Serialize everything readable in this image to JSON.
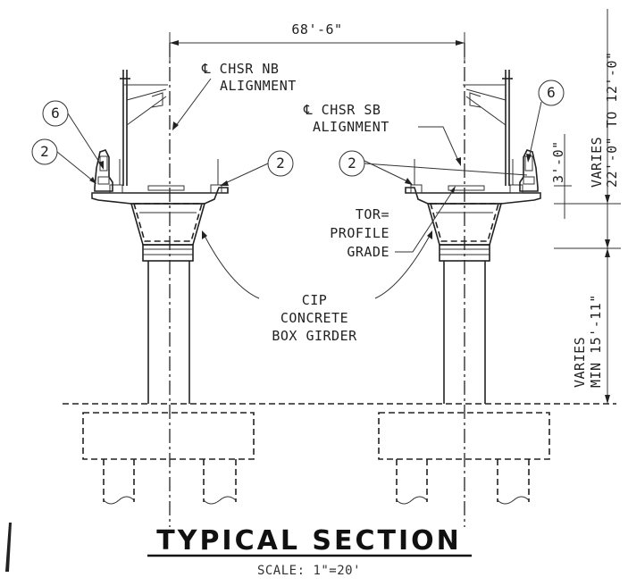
{
  "drawing": {
    "overall_width_dim": "68'-6\"",
    "nb_alignment_line1": "℄ CHSR NB",
    "nb_alignment_line2": "ALIGNMENT",
    "sb_alignment_line1": "℄ CHSR SB",
    "sb_alignment_line2": "ALIGNMENT",
    "tor_line1": "TOR=",
    "tor_line2": "PROFILE",
    "tor_line3": "GRADE",
    "girder_line1": "CIP",
    "girder_line2": "CONCRETE",
    "girder_line3": "BOX GIRDER",
    "height_dim_line1": "VARIES",
    "height_dim_line2": "22'-0\" TO 12'-0\"",
    "barrier_dim": "3'-0\"",
    "clearance_line1": "VARIES",
    "clearance_line2": "MIN 15'-11\"",
    "callout_6": "6",
    "callout_2": "2"
  },
  "title": {
    "main": "TYPICAL SECTION",
    "scale": "SCALE: 1\"=20'"
  }
}
